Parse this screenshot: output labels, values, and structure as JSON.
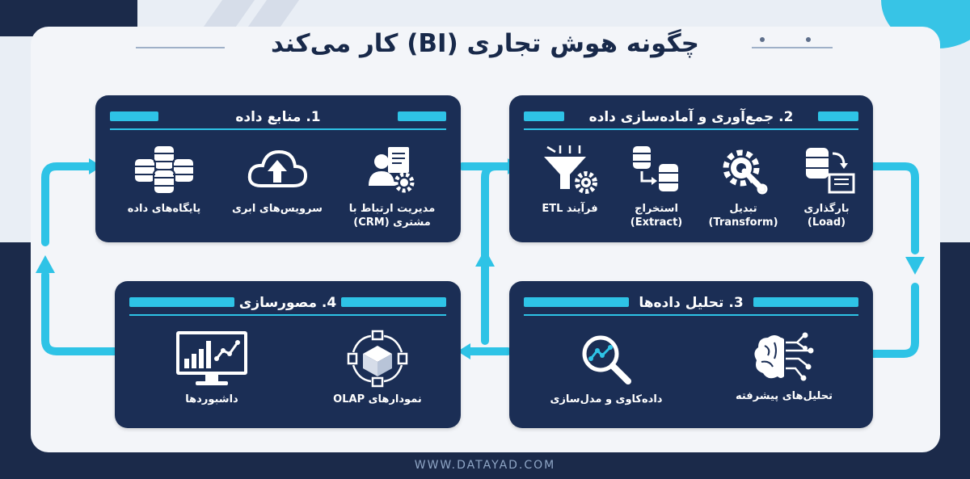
{
  "title": "چگونه هوش تجاری (BI) کار می‌کند",
  "footer": "WWW.DATAYAD.COM",
  "colors": {
    "card": "#1b2e55",
    "accent": "#2ec3e6",
    "background": "#e9eef5",
    "title": "#18294a"
  },
  "cards": {
    "sources": {
      "heading": "1. منابع داده",
      "items": [
        {
          "label": "مدیریت ارتباط با مشتری (CRM)",
          "icon": "crm-user-document-gear-icon"
        },
        {
          "label": "سرویس‌های ابری",
          "icon": "cloud-upload-icon"
        },
        {
          "label": "پایگاه‌های داده",
          "icon": "databases-icon"
        }
      ]
    },
    "collection": {
      "heading": "2. جمع‌آوری و آماده‌سازی داده",
      "items": [
        {
          "label": "بارگذاری (Load)",
          "icon": "database-load-icon"
        },
        {
          "label": "تبدیل (Transform)",
          "icon": "gear-wrench-icon"
        },
        {
          "label": "استخراج (Extract)",
          "icon": "database-extract-icon"
        },
        {
          "label": "فرآیند ETL",
          "icon": "funnel-gear-icon"
        }
      ]
    },
    "analysis": {
      "heading": "3. تحلیل داده‌ها",
      "items": [
        {
          "label": "تحلیل‌های پیشرفته",
          "icon": "brain-circuit-icon"
        },
        {
          "label": "داده‌کاوی و مدل‌سازی",
          "icon": "magnifier-chart-icon"
        }
      ]
    },
    "visualization": {
      "heading": "4. مصورسازی",
      "items": [
        {
          "label": "نمودارهای OLAP",
          "icon": "olap-cube-icon"
        },
        {
          "label": "داشبوردها",
          "icon": "dashboard-monitor-icon"
        }
      ]
    }
  }
}
